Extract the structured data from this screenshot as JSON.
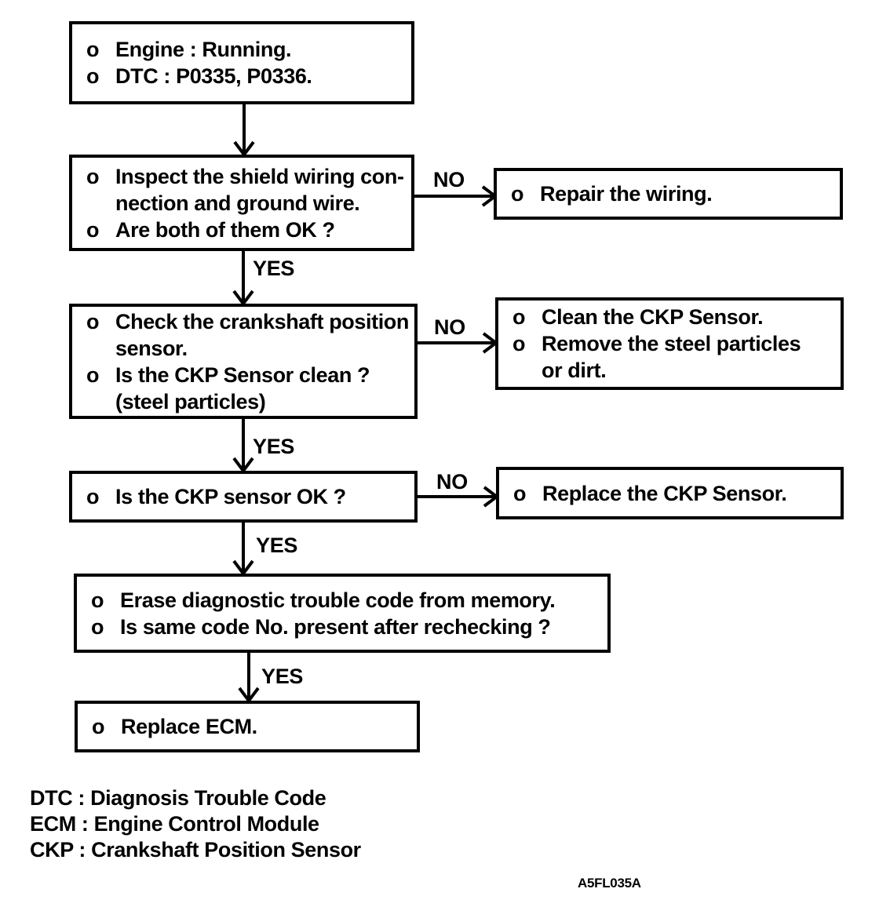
{
  "colors": {
    "ink": "#000000",
    "paper": "#ffffff"
  },
  "labels": {
    "yes": "YES",
    "no": "NO"
  },
  "flow": {
    "engine_dtc": {
      "items": [
        {
          "b": "o",
          "t": "Engine : Running."
        },
        {
          "b": "o",
          "t": "DTC : P0335, P0336."
        }
      ]
    },
    "inspect_wiring": {
      "items": [
        {
          "b": "o",
          "t": "Inspect the shield wiring con-"
        },
        {
          "b": "",
          "t": "nection and ground wire."
        },
        {
          "b": "o",
          "t": "Are both of them OK ?"
        }
      ]
    },
    "repair_wiring": {
      "items": [
        {
          "b": "o",
          "t": "Repair the wiring."
        }
      ]
    },
    "check_ckp": {
      "items": [
        {
          "b": "o",
          "t": "Check the crankshaft position"
        },
        {
          "b": "",
          "t": "sensor."
        },
        {
          "b": "o",
          "t": "Is the CKP Sensor clean ?"
        },
        {
          "b": "",
          "t": "(steel particles)"
        }
      ]
    },
    "clean_ckp": {
      "items": [
        {
          "b": "o",
          "t": "Clean the CKP Sensor."
        },
        {
          "b": "o",
          "t": "Remove the steel particles"
        },
        {
          "b": "",
          "t": "or dirt."
        }
      ]
    },
    "ckp_ok": {
      "items": [
        {
          "b": "o",
          "t": "Is the CKP sensor OK ?"
        }
      ]
    },
    "replace_ckp": {
      "items": [
        {
          "b": "o",
          "t": "Replace the CKP Sensor."
        }
      ]
    },
    "erase_dtc": {
      "items": [
        {
          "b": "o",
          "t": "Erase diagnostic trouble code from memory."
        },
        {
          "b": "o",
          "t": "Is same code No. present after rechecking ?"
        }
      ]
    },
    "replace_ecm": {
      "items": [
        {
          "b": "o",
          "t": "Replace ECM."
        }
      ]
    }
  },
  "legend": {
    "line1": "DTC : Diagnosis Trouble Code",
    "line2": "ECM : Engine Control Module",
    "line3": "CKP : Crankshaft Position Sensor"
  },
  "figure_code": "A5FL035A"
}
